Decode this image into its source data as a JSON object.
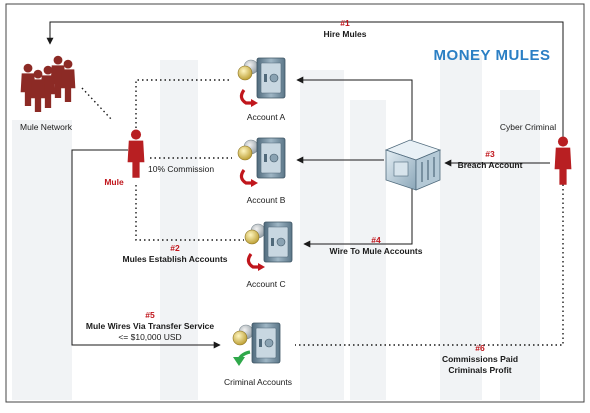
{
  "title": "MONEY MULES",
  "nodes": {
    "mule_network": "Mule Network",
    "mule": "Mule",
    "cyber_criminal": "Cyber Criminal",
    "account_a": "Account A",
    "account_b": "Account B",
    "account_c": "Account C",
    "criminal_accounts": "Criminal Accounts"
  },
  "steps": [
    {
      "num": "#1",
      "label": "Hire Mules"
    },
    {
      "num": "#2",
      "label": "Mules Establish Accounts"
    },
    {
      "num": "#3",
      "label": "Breach Account"
    },
    {
      "num": "#4",
      "label": "Wire To Mule Accounts"
    },
    {
      "num": "#5",
      "label": "Mule Wires Via Transfer Service",
      "sublabel": "<= $10,000 USD"
    },
    {
      "num": "#6",
      "label": "Commissions Paid",
      "sublabel": "Criminals Profit"
    }
  ],
  "commission": "10% Commission",
  "colors": {
    "person": "#b81f22",
    "mule_network": "#8c2a25",
    "safe": "#6e8a9c",
    "bank": "#9db7c6",
    "arrow_a": "#c0161c",
    "arrow_c": "#2fa84a",
    "title": "#2b7fc4",
    "step_number": "#c0161c"
  }
}
